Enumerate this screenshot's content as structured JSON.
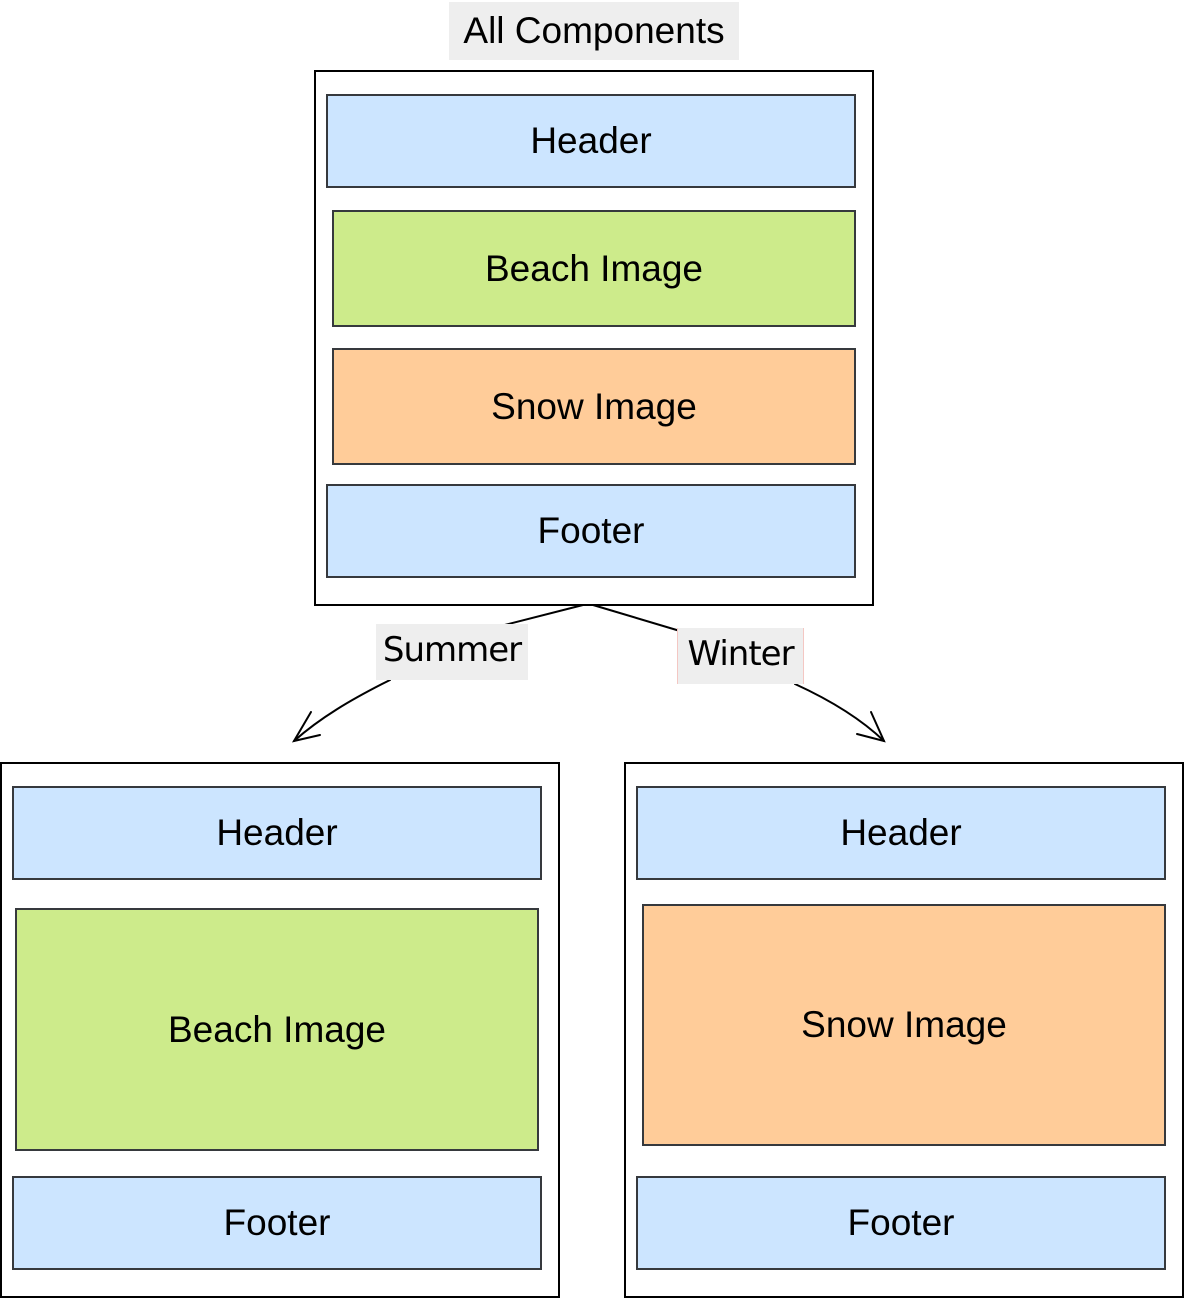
{
  "title": "All Components",
  "source": {
    "components": [
      {
        "label": "Header",
        "color": "#cce5ff"
      },
      {
        "label": "Beach Image",
        "color": "#cdeb8b"
      },
      {
        "label": "Snow Image",
        "color": "#ffcc99"
      },
      {
        "label": "Footer",
        "color": "#cce5ff"
      }
    ]
  },
  "edges": [
    {
      "label": "Summer",
      "target": "summer-layout"
    },
    {
      "label": "Winter",
      "target": "winter-layout"
    }
  ],
  "summer": {
    "components": [
      {
        "label": "Header"
      },
      {
        "label": "Beach Image"
      },
      {
        "label": "Footer"
      }
    ]
  },
  "winter": {
    "components": [
      {
        "label": "Header"
      },
      {
        "label": "Snow Image"
      },
      {
        "label": "Footer"
      }
    ]
  }
}
